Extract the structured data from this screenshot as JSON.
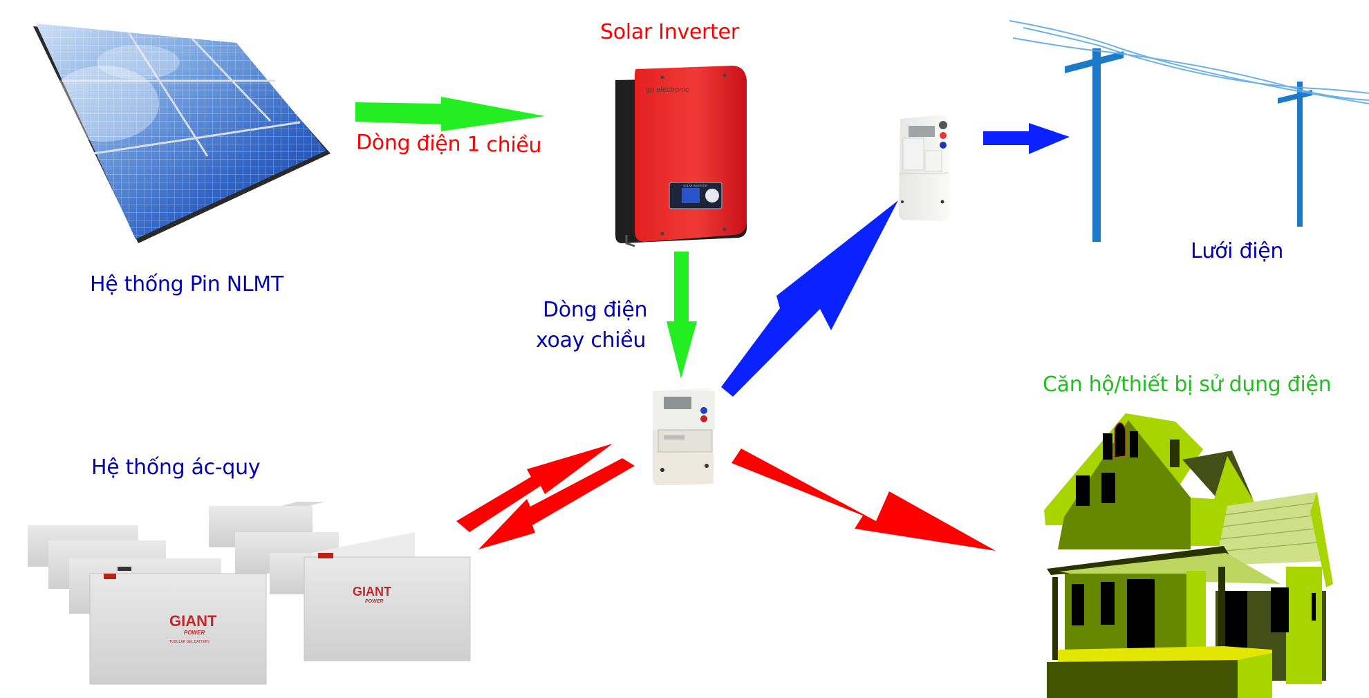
{
  "diagram": {
    "title": "Solar power system with battery storage and grid connection",
    "nodes": {
      "solar_panels": {
        "label": "Hệ thống Pin NLMT",
        "icon": "solar-panel-icon"
      },
      "inverter": {
        "label": "Solar Inverter",
        "icon": "solar-inverter-icon",
        "brand": "gp electronic",
        "screen_text": "SOLAR INVERTER"
      },
      "grid_meter": {
        "icon": "electric-meter-icon"
      },
      "grid": {
        "label": "Lưới điện",
        "icon": "power-pole-icon"
      },
      "main_meter": {
        "icon": "electric-meter-icon"
      },
      "batteries": {
        "label": "Hệ thống ác-quy",
        "icon": "battery-bank-icon",
        "brand_line1": "GIANT",
        "brand_line2": "POWER",
        "product_text": "TUBULAR GEL BATTERY"
      },
      "house": {
        "label": "Căn hộ/thiết bị sử dụng điện",
        "icon": "house-icon"
      }
    },
    "edges": [
      {
        "from": "solar_panels",
        "to": "inverter",
        "label": "Dòng điện 1 chiều",
        "color": "#22ee22"
      },
      {
        "from": "inverter",
        "to": "main_meter",
        "label_line1": "Dòng điện",
        "label_line2": "xoay chiều",
        "color": "#22ee22"
      },
      {
        "from": "main_meter",
        "to": "grid_meter",
        "color": "#0a22ff"
      },
      {
        "from": "grid_meter",
        "to": "grid",
        "color": "#0a22ff"
      },
      {
        "from": "main_meter",
        "to": "batteries",
        "color": "#ff0000"
      },
      {
        "from": "batteries",
        "to": "main_meter",
        "color": "#ff0000"
      },
      {
        "from": "main_meter",
        "to": "house",
        "color": "#ff0000"
      }
    ],
    "colors": {
      "dc_label": "#ff0000",
      "ac_label": "#0000b0",
      "node_label": "#0000b0",
      "house_label": "#1fbf1f",
      "green_arrow": "#22ee22",
      "blue_arrow": "#0a22ff",
      "red_arrow": "#ff0000"
    }
  }
}
